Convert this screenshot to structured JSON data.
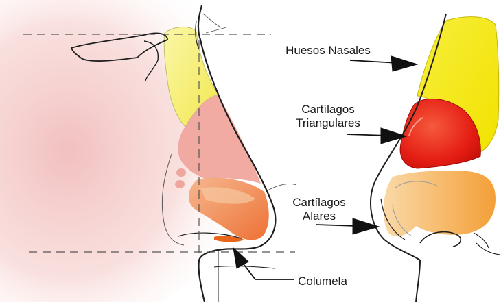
{
  "labels": {
    "nasal_bones": "Huesos Nasales",
    "upper_lateral_line1": "Cartílagos",
    "upper_lateral_line2": "Triangulares",
    "alar_line1": "Cartílagos",
    "alar_line2": "Alares",
    "columella": "Columela"
  },
  "colors": {
    "skin": "#f4c9c4",
    "nasal_bone": "#f5f07a",
    "upper_cartilage_side": "#f0a79d",
    "upper_cartilage_front": "#e8261c",
    "alar_cartilage": "#f4a14a",
    "columella": "#e8661c",
    "outline": "#1e1e1e",
    "guide": "#555555"
  }
}
